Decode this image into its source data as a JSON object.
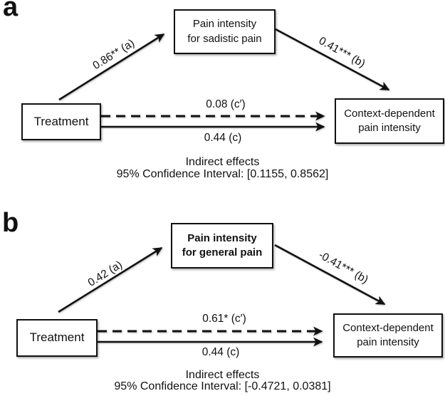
{
  "colors": {
    "ink": "#111111",
    "background": "#ffffff"
  },
  "panel_a": {
    "panel_label": "a",
    "treatment_box": "Treatment",
    "mediator_box": {
      "line1": "Pain intensity",
      "line2": "for sadistic pain"
    },
    "outcome_box": {
      "line1": "Context-dependent",
      "line2": "pain intensity"
    },
    "path_a_label": "0.86** (a)",
    "path_b_label": "0.41*** (b)",
    "path_c_prime_label": "0.08 (c′)",
    "path_c_label": "0.44 (c)",
    "indirect_effects_title": "Indirect effects",
    "confidence_interval": "95% Confidence Interval: [0.1155, 0.8562]"
  },
  "panel_b": {
    "panel_label": "b",
    "treatment_box": "Treatment",
    "mediator_box": {
      "line1": "Pain intensity",
      "line2": "for general pain"
    },
    "outcome_box": {
      "line1": "Context-dependent",
      "line2": "pain intensity"
    },
    "path_a_label": "0.42 (a)",
    "path_b_label": "-0.41*** (b)",
    "path_c_prime_label": "0.61* (c′)",
    "path_c_label": "0.44 (c)",
    "indirect_effects_title": "Indirect effects",
    "confidence_interval": "95% Confidence Interval: [-0.4721, 0.0381]"
  }
}
